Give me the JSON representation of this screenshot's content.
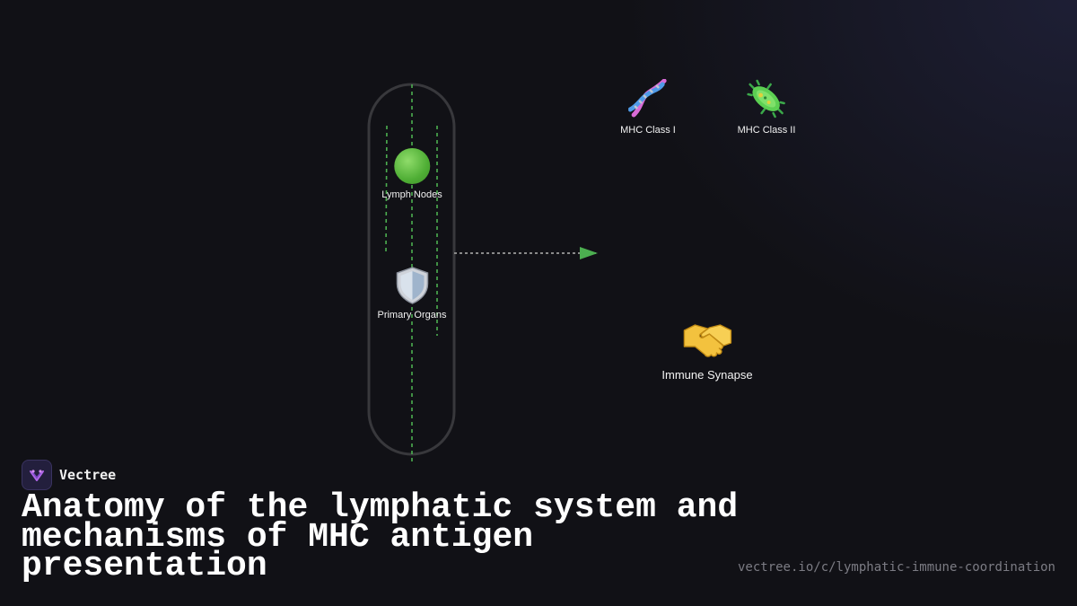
{
  "diagram": {
    "nodes": {
      "lymph_nodes": {
        "label": "Lymph Nodes",
        "icon": "green-circle-icon"
      },
      "primary_organs": {
        "label": "Primary Organs",
        "icon": "shield-icon"
      },
      "mhc_class_1": {
        "label": "MHC Class I",
        "icon": "dna-icon"
      },
      "mhc_class_2": {
        "label": "MHC Class II",
        "icon": "microbe-icon"
      },
      "immune_synapse": {
        "label": "Immune Synapse",
        "icon": "handshake-icon"
      }
    },
    "colors": {
      "flow_green": "#4caf50",
      "vessel_outline": "#3a3a3e",
      "connector_grey": "#8a8a8a"
    }
  },
  "brand": {
    "name": "Vectree",
    "logo_icon": "vectree-logo-icon"
  },
  "title": "Anatomy of the lymphatic system and mechanisms of MHC antigen presentation",
  "url": "vectree.io/c/lymphatic-immune-coordination"
}
